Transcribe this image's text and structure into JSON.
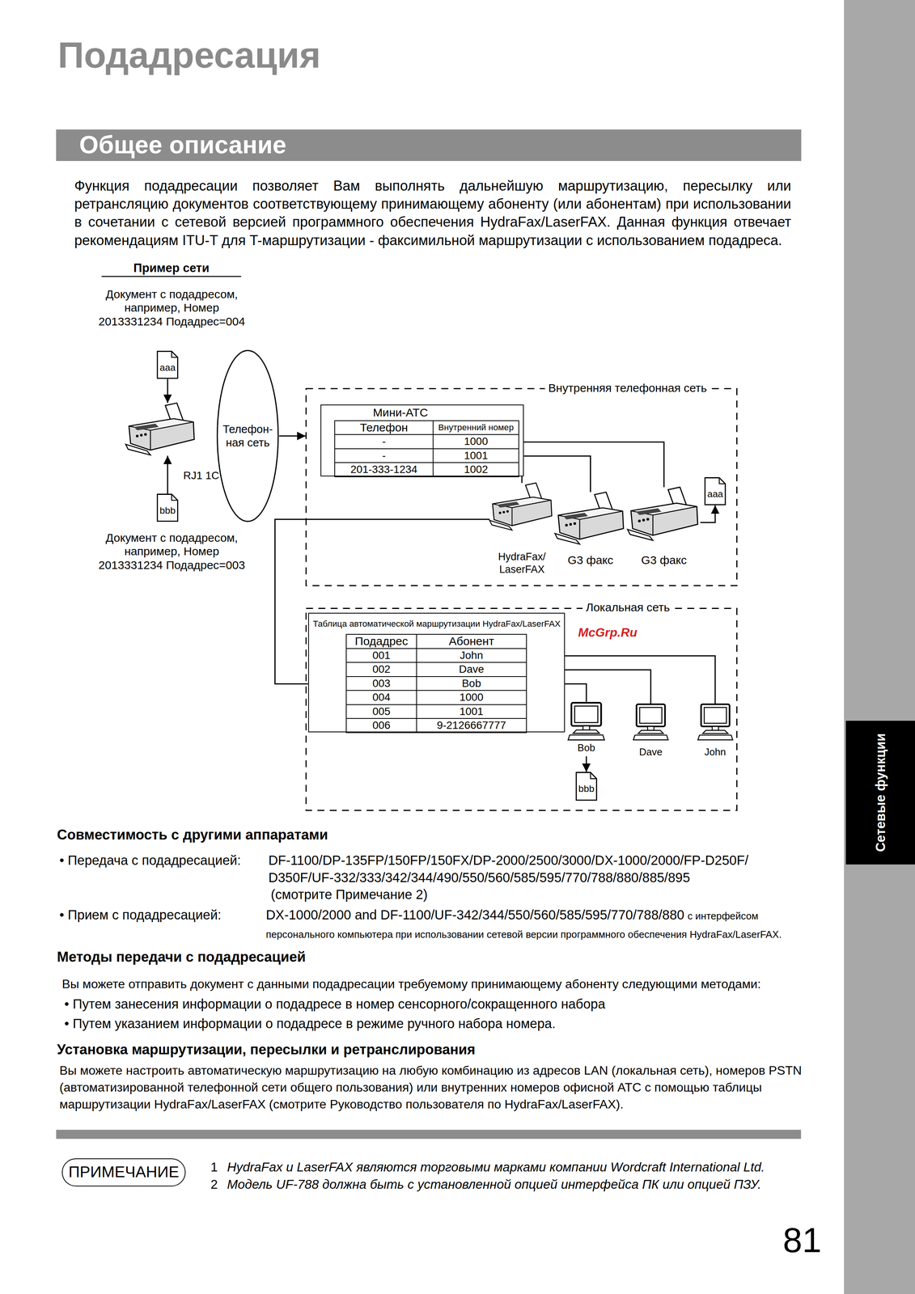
{
  "diagram": {
    "title": "Подадресация",
    "nodes": [
      {
        "text": [
          "Общее описание"
        ]
      },
      {
        "text": [
          "aaa"
        ]
      },
      {
        "text": [
          "RJ1 1C"
        ]
      },
      {
        "text": [
          "bbb"
        ]
      },
      {
        "text": [
          "Телефон- ная сеть"
        ]
      },
      {
        "text": [
          "Внутренняя телефонная сеть"
        ]
      },
      {
        "text": [
          "Мини-АТС",
          "Телефон",
          "Внутренний номер",
          "-",
          "1000",
          "-",
          "1001",
          "201-333-1234",
          "1002"
        ],
        "in": 5
      },
      {
        "text": [
          "HydraFax/ LaserFAX"
        ],
        "in": 5
      },
      {
        "text": [
          "G3 факс"
        ],
        "in": 5
      },
      {
        "text": [
          "G3 факс"
        ],
        "in": 5
      },
      {
        "text": [
          "aaa"
        ],
        "in": 5
      },
      {
        "text": [
          "Локальная сеть"
        ]
      },
      {
        "text": [
          "Таблица автоматической маршрутизации HydraFax/LaserFAX",
          "Подадрес",
          "Абонент",
          "001",
          "John",
          "002",
          "Dave",
          "003",
          "Bob",
          "004",
          "1000",
          "005",
          "1001",
          "006",
          "9-2126667777"
        ],
        "in": 11
      },
      {
        "text": [
          "Bob"
        ],
        "in": 11
      },
      {
        "text": [
          "bbb"
        ],
        "in": 11
      },
      {
        "text": [
          "Dave"
        ],
        "in": 11
      },
      {
        "text": [
          "John"
        ],
        "in": 11
      },
      {
        "text": [
          "Сетевые функции"
        ]
      },
      {
        "text": [
          "ПРИМЕЧАНИЕ"
        ]
      }
    ],
    "edges": [
      {
        "from": 1,
        "to": 2,
        "arrow": "to"
      },
      {
        "from": 3,
        "to": 2,
        "arrow": "to"
      },
      {
        "from": 4,
        "to": 5,
        "arrow": "to"
      },
      {
        "from": 6,
        "to": 9,
        "arrow": "none"
      },
      {
        "from": 6,
        "to": 8,
        "arrow": "none"
      },
      {
        "from": 6,
        "to": 7,
        "arrow": "none"
      },
      {
        "from": 9,
        "to": 10,
        "arrow": "to"
      },
      {
        "from": 7,
        "to": 12,
        "arrow": "none"
      },
      {
        "from": 12,
        "to": 16,
        "arrow": "none"
      },
      {
        "from": 12,
        "to": 15,
        "arrow": "none"
      },
      {
        "from": 12,
        "to": 13,
        "arrow": "none"
      },
      {
        "from": 13,
        "to": 14,
        "arrow": "to"
      }
    ],
    "labels": [
      "Функция подадресации позволяет Вам выполнять дальнейшую маршрутизацию, пересылку или ретрансляцию документов соответствующему принимающему абоненту (или абонентам) при использовании в сочетании с сетевой версией программного обеспечения HydraFax/LaserFAX. Данная функция отвечает рекомендациям ITU-T для T-маршрутизации - факсимильной маршрутизации с использованием подадреса.",
      "Пример сети",
      "Документ с подадресом, например, Номер 2013331234 Подадрес=004",
      "Документ с подадресом, например, Номер 2013331234 Подадрес=003",
      "McGrp.Ru",
      "Совместимость с другими аппаратами",
      "• Передача с подадресацией:",
      "DF-1100/DP-135FP/150FP/150FX/DP-2000/2500/3000/DX-1000/2000/FP-D250F/ D350F/UF-332/333/342/344/490/550/560/585/595/770/788/880/885/895",
      "(смотрите Примечание 2)",
      "• Прием с подадресацией:",
      "DX-1000/2000 and DF-1100/UF-342/344/550/560/585/595/770/788/880",
      "с интерфейсом персонального компьютера при использовании сетевой версии программного обеспечения HydraFax/LaserFAX.",
      "Методы передачи с подадресацией",
      "Вы можете отправить документ с данными подадресации требуемому принимающему абоненту следующими методами:",
      "• Путем занесения информации о подадресе в номер сенсорного/сокращенного набора",
      "• Путем указанием информации о подадресе в режиме ручного набора номера.",
      "Установка маршрутизации, пересылки и ретранслирования",
      "Вы можете настроить автоматическую маршрутизацию на любую комбинацию из адресов LAN (локальная сеть), номеров PSTN (автоматизированной телефонной сети общего пользования) или внутренних номеров офисной АТС с помощью таблицы маршрутизации HydraFax/LaserFAX (смотрите Руководство пользователя по HydraFax/LaserFAX).",
      "1",
      "HydraFax и LaserFAX являются торговыми марками компании Wordcraft International Ltd.",
      "2",
      "Модель UF-788 должна быть с установленной опцией интерфейса ПК или опцией ПЗУ.",
      "81"
    ]
  }
}
